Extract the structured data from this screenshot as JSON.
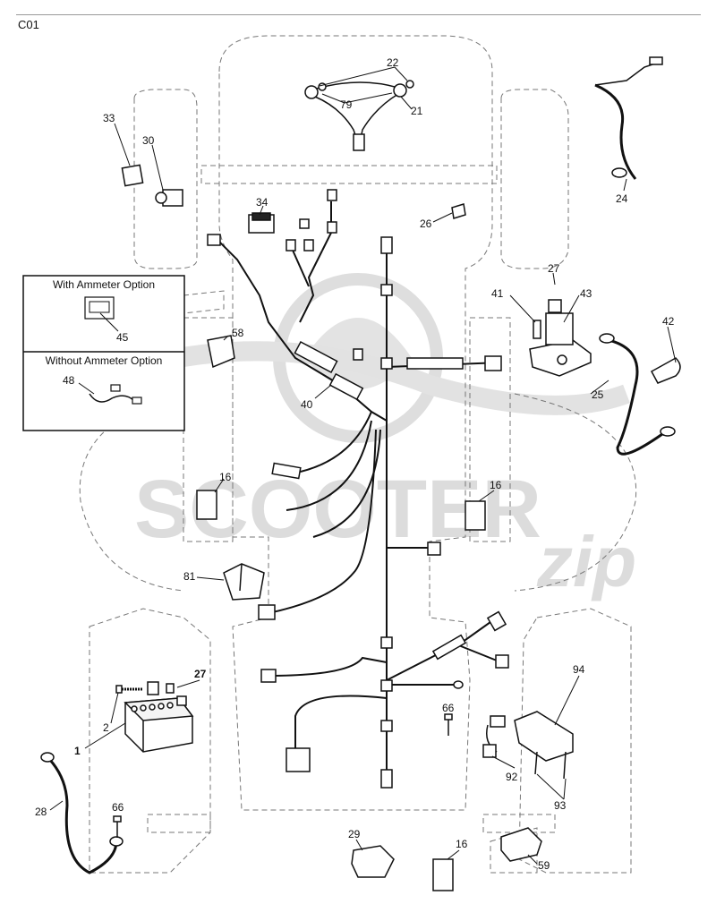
{
  "header": {
    "code": "C01"
  },
  "inset": {
    "with_option": "With Ammeter Option",
    "without_option": "Without Ammeter Option"
  },
  "watermark": {
    "text": "SCOOTER",
    "script": "zip"
  },
  "colors": {
    "line": "#111111",
    "outline": "#777777",
    "watermark": "#d9d9d9"
  },
  "labels": [
    {
      "id": "22a",
      "text": "22"
    },
    {
      "id": "79",
      "text": "79"
    },
    {
      "id": "21",
      "text": "21"
    },
    {
      "id": "33",
      "text": "33"
    },
    {
      "id": "30",
      "text": "30"
    },
    {
      "id": "34",
      "text": "34"
    },
    {
      "id": "26",
      "text": "26"
    },
    {
      "id": "24",
      "text": "24"
    },
    {
      "id": "27a",
      "text": "27"
    },
    {
      "id": "41",
      "text": "41"
    },
    {
      "id": "43",
      "text": "43"
    },
    {
      "id": "42",
      "text": "42"
    },
    {
      "id": "45",
      "text": "45"
    },
    {
      "id": "58",
      "text": "58"
    },
    {
      "id": "25",
      "text": "25"
    },
    {
      "id": "48",
      "text": "48"
    },
    {
      "id": "40",
      "text": "40"
    },
    {
      "id": "16a",
      "text": "16"
    },
    {
      "id": "16b",
      "text": "16"
    },
    {
      "id": "81",
      "text": "81"
    },
    {
      "id": "27b",
      "text": "27"
    },
    {
      "id": "2",
      "text": "2"
    },
    {
      "id": "1",
      "text": "1"
    },
    {
      "id": "66a",
      "text": "66"
    },
    {
      "id": "94",
      "text": "94"
    },
    {
      "id": "92",
      "text": "92"
    },
    {
      "id": "93",
      "text": "93"
    },
    {
      "id": "28",
      "text": "28"
    },
    {
      "id": "66b",
      "text": "66"
    },
    {
      "id": "29",
      "text": "29"
    },
    {
      "id": "16c",
      "text": "16"
    },
    {
      "id": "59",
      "text": "59"
    }
  ]
}
